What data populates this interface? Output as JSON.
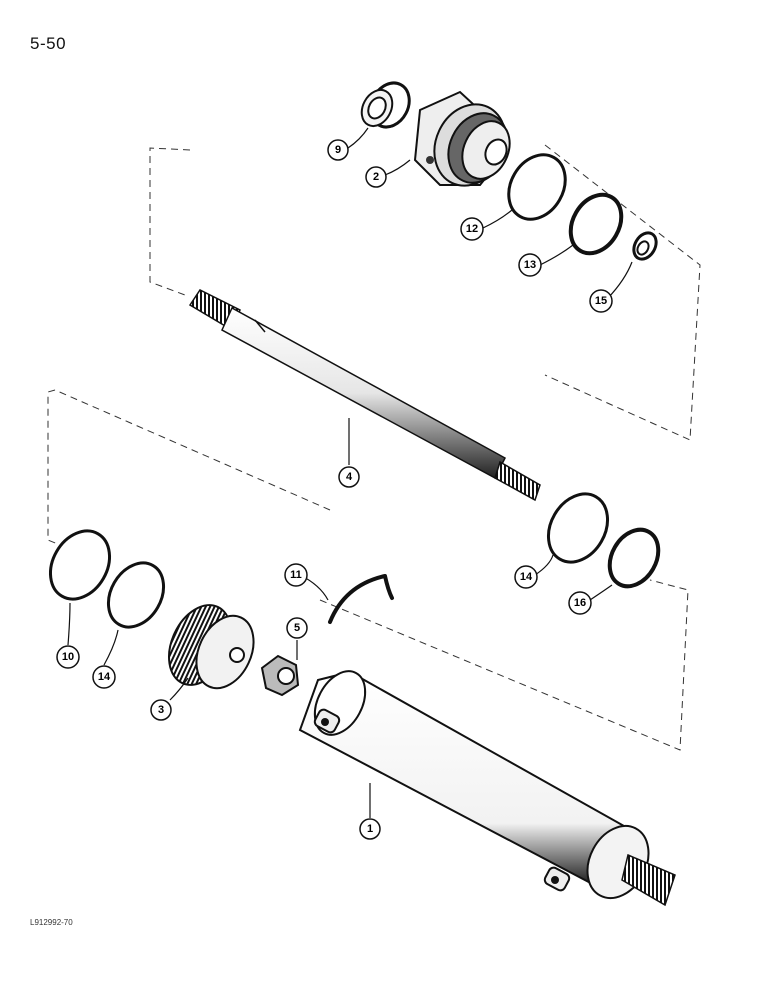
{
  "page_number": "5-50",
  "figure_code": "L912992-70",
  "callouts": {
    "c9": "9",
    "c2": "2",
    "c12": "12",
    "c13": "13",
    "c15": "15",
    "c4": "4",
    "c14a": "14",
    "c16": "16",
    "c11": "11",
    "c5": "5",
    "c10": "10",
    "c14b": "14",
    "c3": "3",
    "c1": "1"
  }
}
